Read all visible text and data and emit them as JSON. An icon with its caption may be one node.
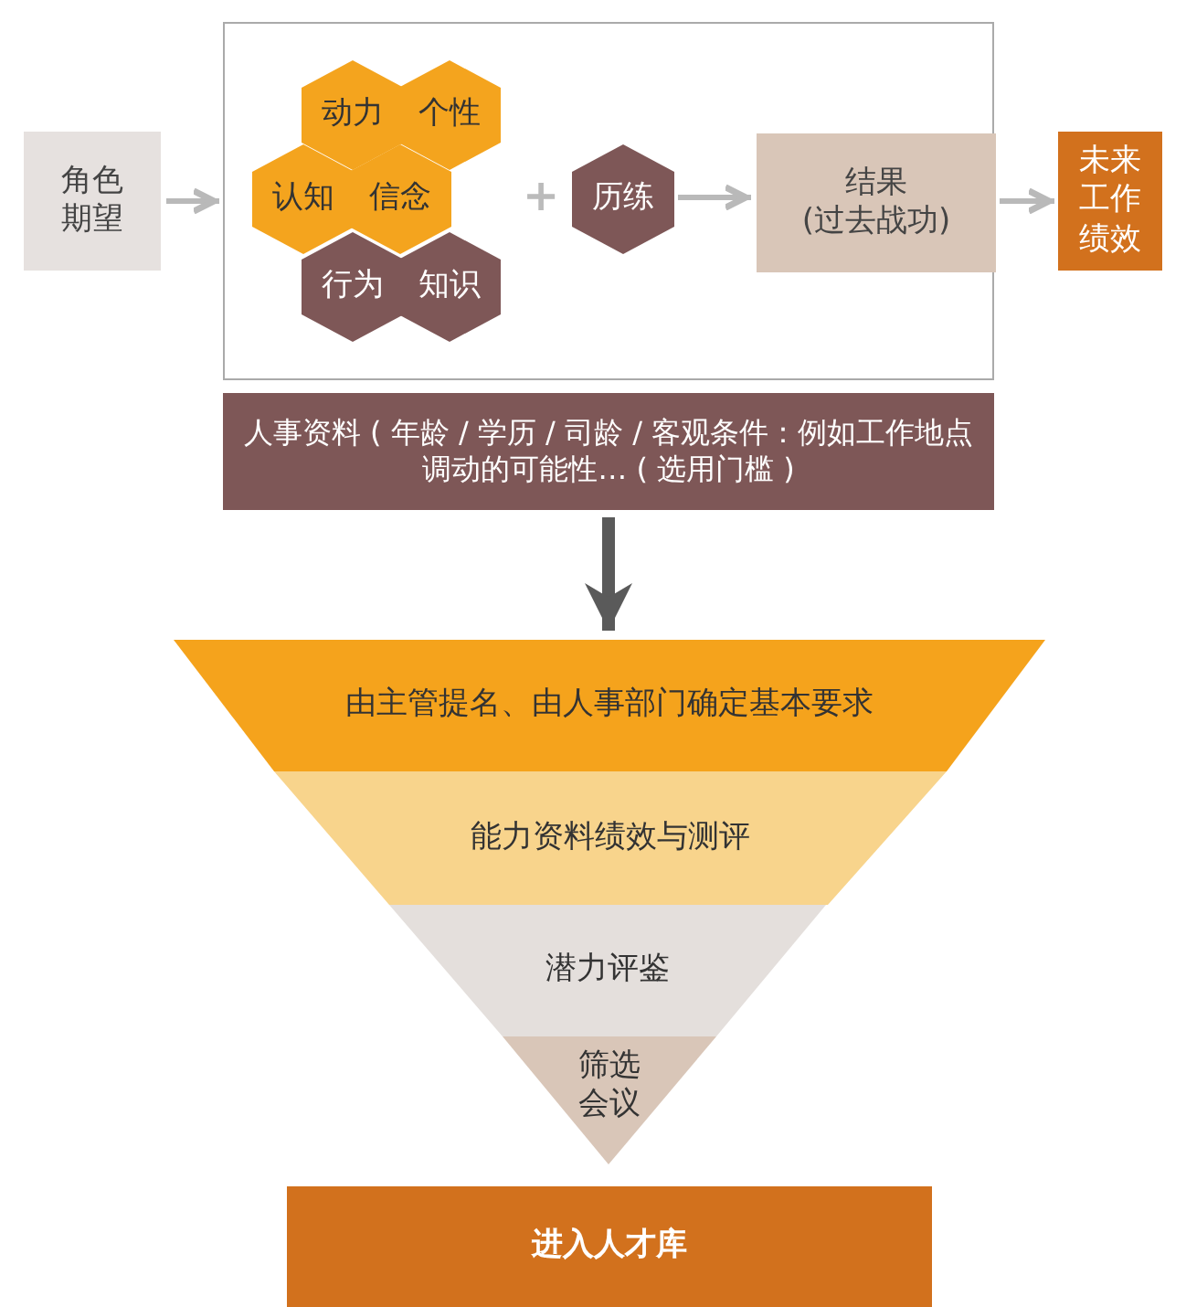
{
  "diagram": {
    "nodes": [
      {
        "text": [
          "角色期望"
        ]
      },
      {
        "text": [],
        "shape": "box"
      },
      {
        "text": [
          "动力"
        ],
        "in": 1
      },
      {
        "text": [
          "个性"
        ],
        "in": 1
      },
      {
        "text": [
          "认知"
        ],
        "in": 1
      },
      {
        "text": [
          "信念"
        ],
        "in": 1
      },
      {
        "text": [
          "行为"
        ],
        "in": 1
      },
      {
        "text": [
          "知识"
        ],
        "in": 1
      },
      {
        "text": [
          "历练"
        ],
        "in": 1
      },
      {
        "text": [
          "结果(过去战功)"
        ],
        "in": 1
      },
      {
        "text": [
          "未来工作绩效"
        ]
      },
      {
        "text": [
          "人事资料 ( 年龄 / 学历 / 司龄 / 客观条件：例如工作地点调动的可能性… ( 选用门槛 )"
        ]
      },
      {
        "text": [
          "由主管提名、由人事部门确定基本要求"
        ]
      },
      {
        "text": [
          "能力资料绩效与测评"
        ]
      },
      {
        "text": [
          "潜力评鉴"
        ]
      },
      {
        "text": [
          "筛选会议"
        ]
      },
      {
        "text": [
          "进入人才库"
        ]
      }
    ],
    "edges": [
      {
        "from": 0,
        "to": 1,
        "arrow": "to"
      },
      {
        "from": 8,
        "to": 9,
        "arrow": "to"
      },
      {
        "from": 1,
        "to": 10,
        "arrow": "to"
      },
      {
        "from": 11,
        "to": 12,
        "arrow": "to",
        "style": "thick",
        "color": "#5a5a5a"
      }
    ],
    "labels": [
      "+"
    ]
  }
}
